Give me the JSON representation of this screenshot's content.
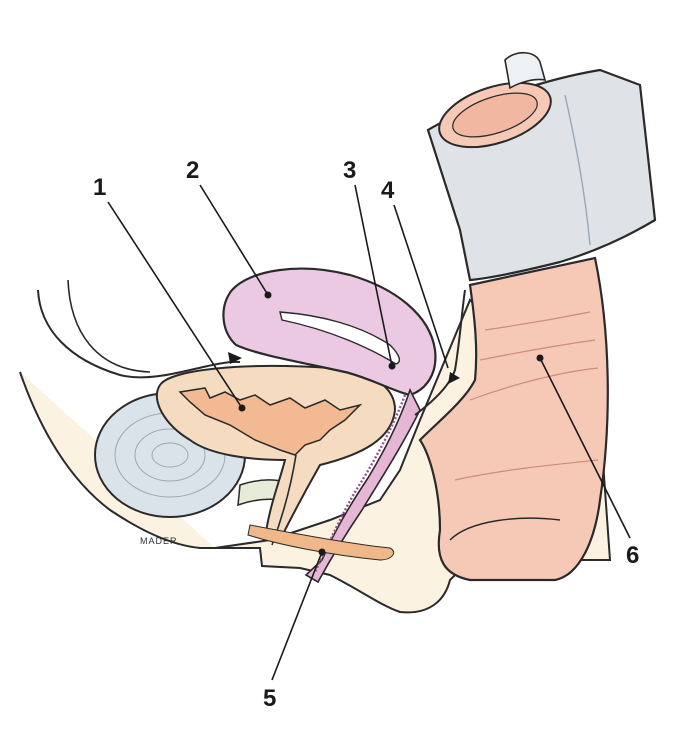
{
  "labels": [
    {
      "id": "1",
      "text": "1"
    },
    {
      "id": "2",
      "text": "2"
    },
    {
      "id": "3",
      "text": "3"
    },
    {
      "id": "4",
      "text": "4"
    },
    {
      "id": "5",
      "text": "5"
    },
    {
      "id": "6",
      "text": "6"
    }
  ],
  "signature": "MADER",
  "colors": {
    "outline": "#2a2a2a",
    "skin": "#f8ecd6",
    "bladder": "#f3c9a8",
    "uterus": "#e9c4de",
    "rectum": "#f5c2b0",
    "bone": "#d9e1e8",
    "drape": "#dfe3e8",
    "vagina": "#c98bbd"
  }
}
